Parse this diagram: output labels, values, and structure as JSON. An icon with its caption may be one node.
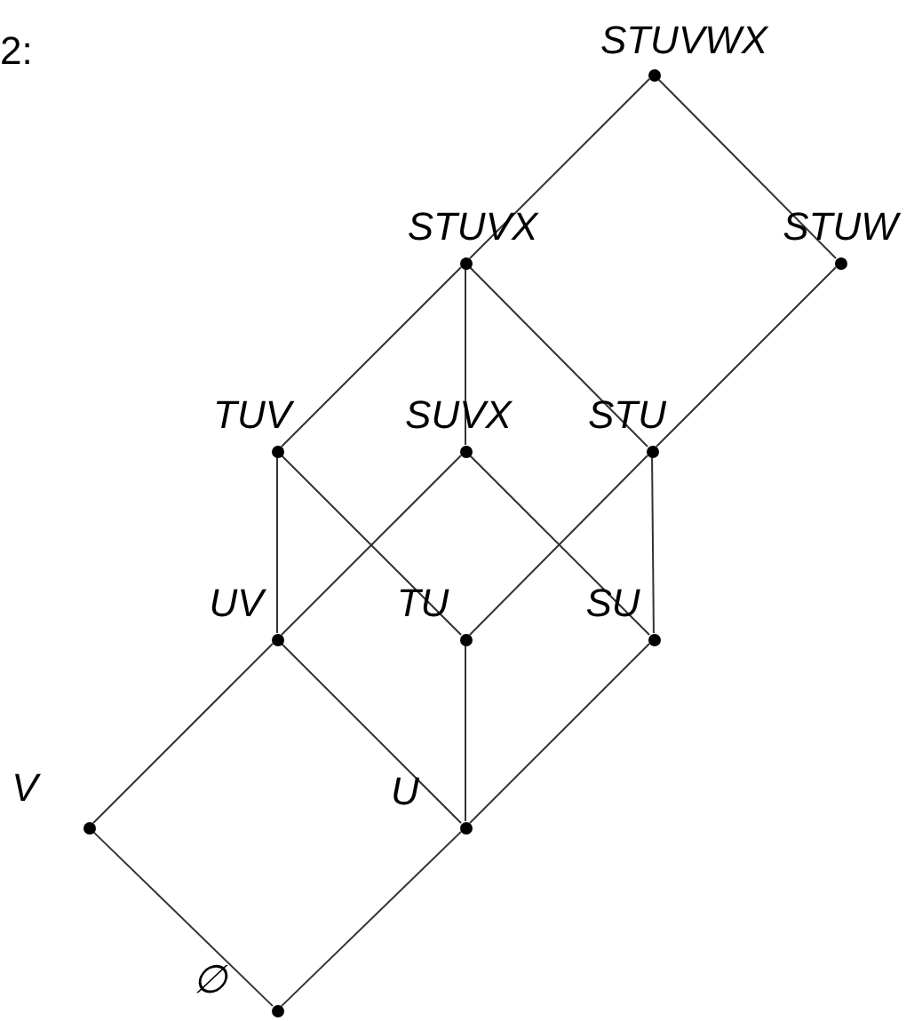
{
  "diagram": {
    "nodes": [
      {
        "text": [],
        "shape": "circle",
        "beside": [
          "STUVWX"
        ]
      },
      {
        "text": [],
        "shape": "circle",
        "beside": [
          "STUVX"
        ]
      },
      {
        "text": [],
        "shape": "circle",
        "beside": [
          "STUW"
        ]
      },
      {
        "text": [],
        "shape": "circle",
        "beside": [
          "TUV"
        ]
      },
      {
        "text": [],
        "shape": "circle",
        "beside": [
          "SUVX"
        ]
      },
      {
        "text": [],
        "shape": "circle",
        "beside": [
          "STU"
        ]
      },
      {
        "text": [],
        "shape": "circle",
        "beside": [
          "UV"
        ]
      },
      {
        "text": [],
        "shape": "circle",
        "beside": [
          "TU"
        ]
      },
      {
        "text": [],
        "shape": "circle",
        "beside": [
          "SU"
        ]
      },
      {
        "text": [],
        "shape": "circle",
        "beside": [
          "V"
        ]
      },
      {
        "text": [],
        "shape": "circle",
        "beside": [
          "U"
        ]
      },
      {
        "text": [],
        "shape": "circle",
        "beside": [
          "∅"
        ]
      }
    ],
    "edges": [
      {
        "from": 0,
        "to": 1,
        "arrow": "none"
      },
      {
        "from": 0,
        "to": 2,
        "arrow": "none"
      },
      {
        "from": 1,
        "to": 3,
        "arrow": "none"
      },
      {
        "from": 1,
        "to": 4,
        "arrow": "none"
      },
      {
        "from": 1,
        "to": 5,
        "arrow": "none"
      },
      {
        "from": 2,
        "to": 5,
        "arrow": "none"
      },
      {
        "from": 3,
        "to": 6,
        "arrow": "none"
      },
      {
        "from": 3,
        "to": 7,
        "arrow": "none"
      },
      {
        "from": 4,
        "to": 6,
        "arrow": "none"
      },
      {
        "from": 4,
        "to": 8,
        "arrow": "none"
      },
      {
        "from": 5,
        "to": 7,
        "arrow": "none"
      },
      {
        "from": 5,
        "to": 8,
        "arrow": "none"
      },
      {
        "from": 6,
        "to": 9,
        "arrow": "none"
      },
      {
        "from": 6,
        "to": 10,
        "arrow": "none"
      },
      {
        "from": 7,
        "to": 10,
        "arrow": "none"
      },
      {
        "from": 8,
        "to": 10,
        "arrow": "none"
      },
      {
        "from": 9,
        "to": 11,
        "arrow": "none"
      },
      {
        "from": 10,
        "to": 11,
        "arrow": "none"
      }
    ],
    "labels": [
      "2:"
    ]
  }
}
